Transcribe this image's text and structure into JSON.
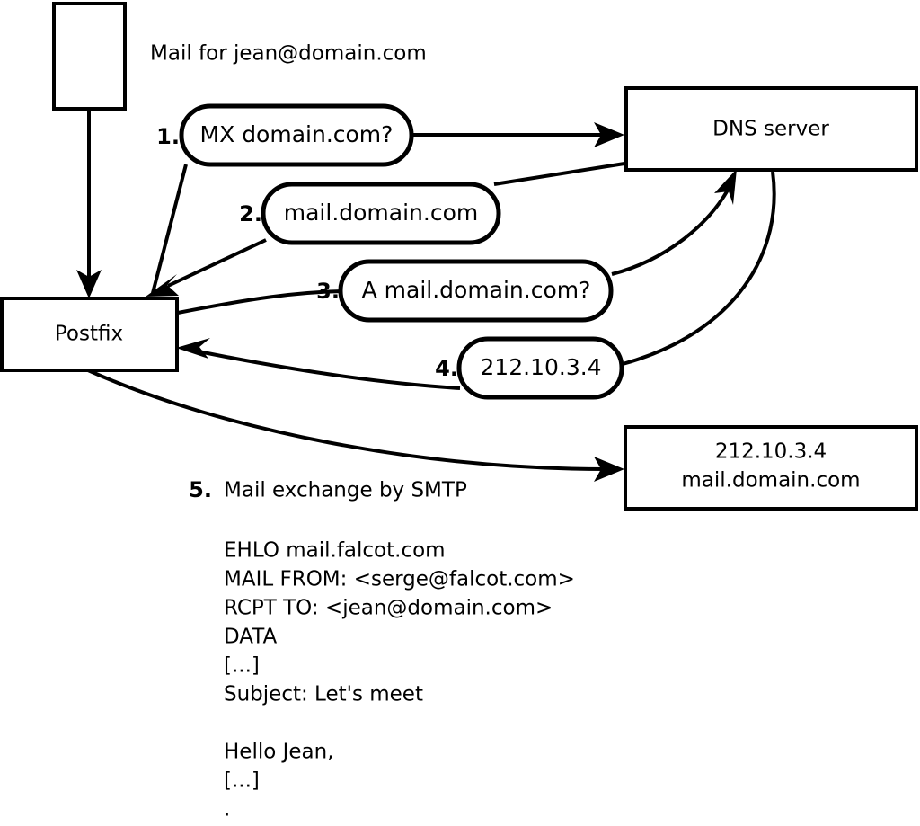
{
  "diagram": {
    "title_note": "Mail for jean@domain.com",
    "nodes": [
      {
        "id": "sender-host",
        "label": ""
      },
      {
        "id": "postfix",
        "label": "Postfix"
      },
      {
        "id": "dns-server",
        "label": "DNS server"
      },
      {
        "id": "remote-mx-line1",
        "label": "212.10.3.4"
      },
      {
        "id": "remote-mx-line2",
        "label": "mail.domain.com"
      }
    ],
    "steps": [
      {
        "num": "1.",
        "label": "MX domain.com?"
      },
      {
        "num": "2.",
        "label": "mail.domain.com"
      },
      {
        "num": "3.",
        "label": "A mail.domain.com?"
      },
      {
        "num": "4.",
        "label": "212.10.3.4"
      }
    ],
    "smtp_step": {
      "num": "5.",
      "label": "Mail exchange by SMTP"
    },
    "transcript": [
      "EHLO mail.falcot.com",
      "MAIL FROM: <serge@falcot.com>",
      "RCPT TO: <jean@domain.com>",
      "DATA",
      "[...]",
      "Subject: Let's meet",
      "",
      "Hello Jean,",
      "[...]",
      "",
      "."
    ],
    "colors": {
      "stroke": "#000000",
      "fill": "#ffffff"
    }
  }
}
